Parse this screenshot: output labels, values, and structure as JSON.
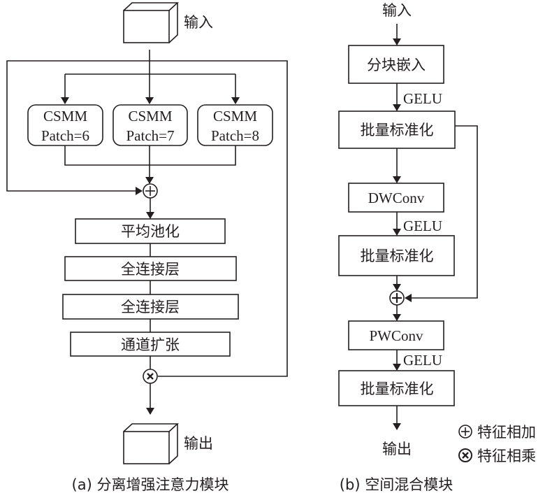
{
  "colors": {
    "stroke": "#231f20",
    "background": "#ffffff"
  },
  "panel_a": {
    "input_label": "输入",
    "output_label": "输出",
    "branches": [
      {
        "line1": "CSMM",
        "line2": "Patch=6"
      },
      {
        "line1": "CSMM",
        "line2": "Patch=7"
      },
      {
        "line1": "CSMM",
        "line2": "Patch=8"
      }
    ],
    "blocks": [
      "平均池化",
      "全连接层",
      "全连接层",
      "通道扩张"
    ],
    "add_op": "feature-add",
    "mul_op": "feature-multiply",
    "caption": "(a) 分离增强注意力模块"
  },
  "panel_b": {
    "input_label": "输入",
    "output_label": "输出",
    "blocks": [
      "分块嵌入",
      "批量标准化",
      "DWConv",
      "批量标准化",
      "PWConv",
      "批量标准化"
    ],
    "activations": [
      "GELU",
      "GELU",
      "GELU"
    ],
    "caption": "(b) 空间混合模块"
  },
  "legend": {
    "add_label": "特征相加",
    "mul_label": "特征相乘"
  }
}
